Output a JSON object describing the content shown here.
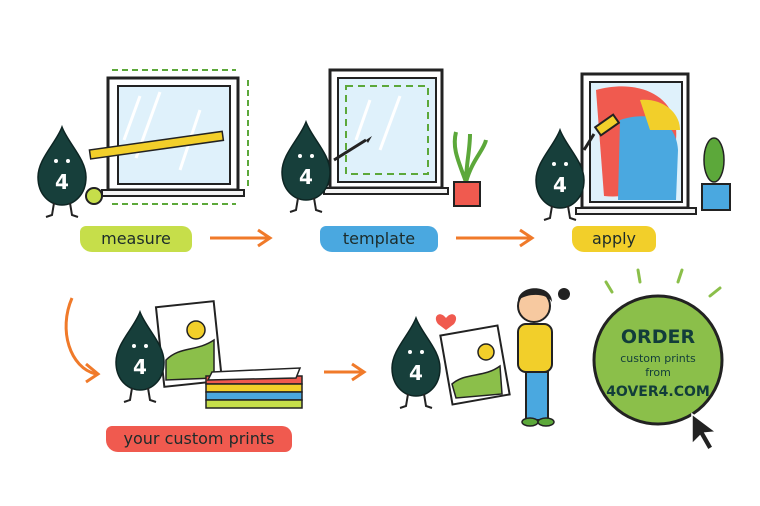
{
  "steps": [
    {
      "id": "measure",
      "label": "measure",
      "color": "#c6de4a"
    },
    {
      "id": "template",
      "label": "template",
      "color": "#4aa8e0"
    },
    {
      "id": "apply",
      "label": "apply",
      "color": "#f2cf2a"
    }
  ],
  "result": {
    "label": "your custom prints",
    "color": "#f05a4f"
  },
  "mascot": {
    "glyph": "4",
    "color": "#173f3b"
  },
  "cta": {
    "title": "ORDER",
    "line1": "custom prints",
    "line2": "from",
    "site": "4OVER4.COM",
    "color": "#8bbf4a"
  },
  "colors": {
    "arrow": "#f07a2a",
    "outline": "#222222",
    "glass": "#dff1fb",
    "green_dash": "#5ca83a"
  },
  "icons": [
    "tape-measure-icon",
    "pencil-icon",
    "paint-roller-icon",
    "potted-plant-icon",
    "heart-icon",
    "cursor-icon"
  ]
}
